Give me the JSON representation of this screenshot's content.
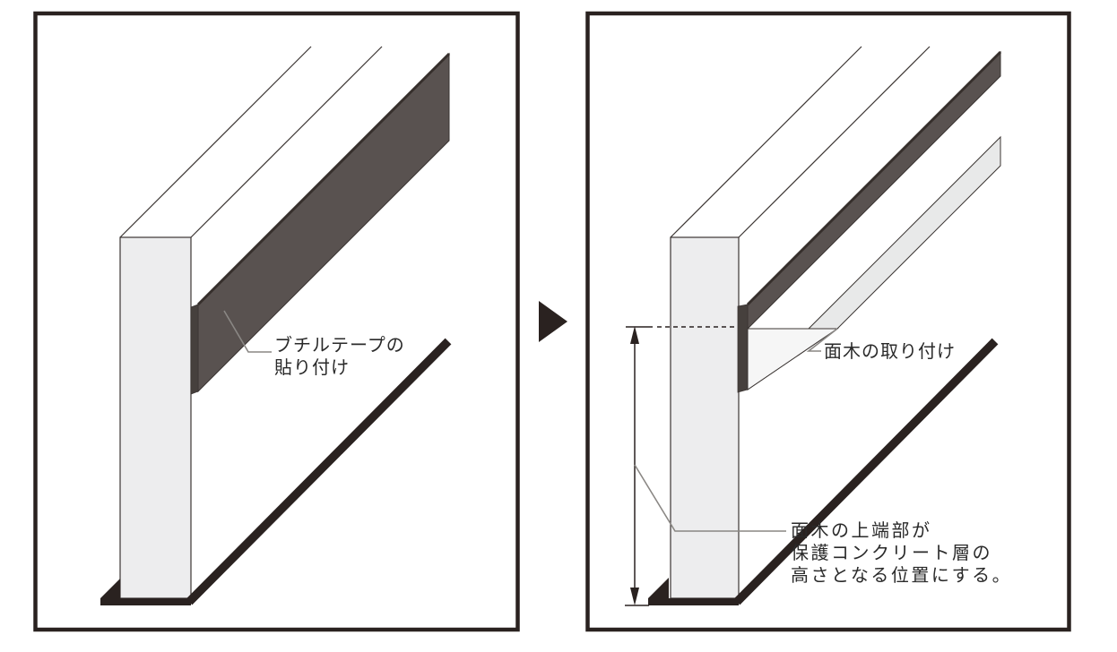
{
  "figure": {
    "description": "Two-step construction instruction diagram (waterproofing upstand detail)",
    "step_arrow": "right-pointing-triangle"
  },
  "panels": {
    "left": {
      "name": "step-1-butyl-tape",
      "label": {
        "line1": "ブチルテープの",
        "line2": "貼り付け"
      }
    },
    "right": {
      "name": "step-2-chamfer-strip",
      "label_top": "面木の取り付け",
      "label_bottom": {
        "line1": "面木の上端部が",
        "line2": "保護コンクリート層の",
        "line3": "高さとなる位置にする。"
      }
    }
  },
  "colors": {
    "panel_border": "#2a2220",
    "outline": "#3b3533",
    "tape_face": "#595250",
    "tape_end": "#46403d",
    "tape_top_edge": "#362f2c",
    "wall_face": "#ededee",
    "chamfer_top_face": "#e8e9e9",
    "chamfer_section": "#f6f6f6",
    "ground_bar": "#2a2220",
    "leader_line": "#8a8784",
    "text": "#2a2a2a"
  }
}
